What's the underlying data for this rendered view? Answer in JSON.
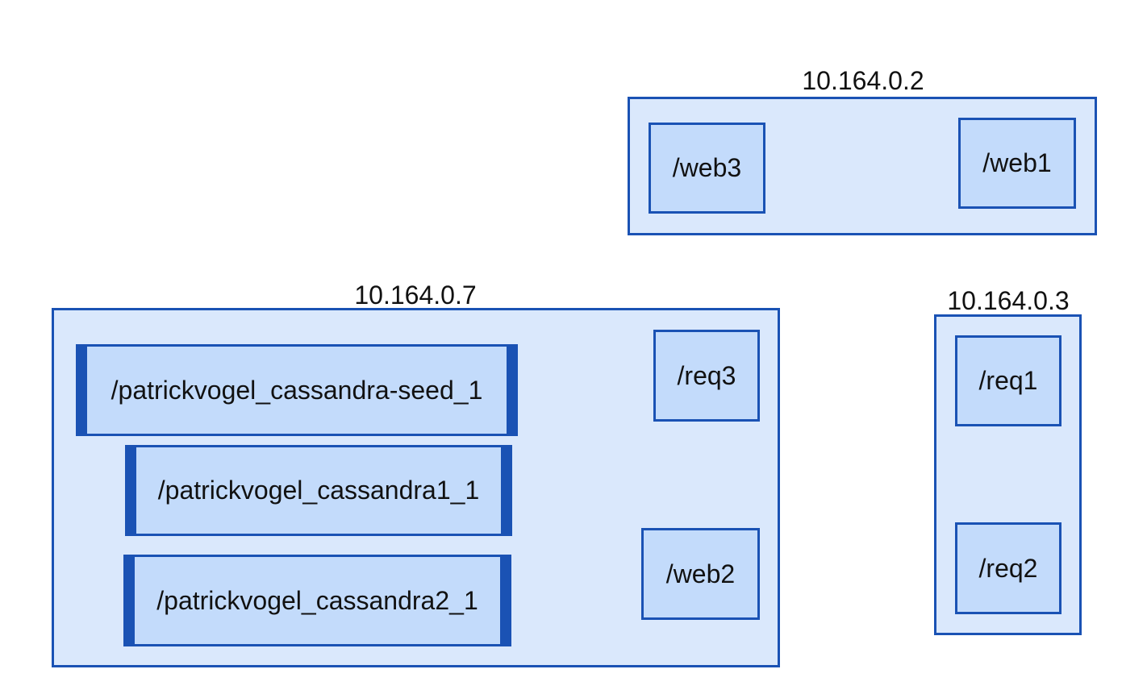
{
  "hosts": [
    {
      "label": "10.164.0.2",
      "containers": [
        "/web3",
        "/web1"
      ]
    },
    {
      "label": "10.164.0.7",
      "containers": [
        "/patrickvogel_cassandra-seed_1",
        "/patrickvogel_cassandra1_1",
        "/patrickvogel_cassandra2_1",
        "/req3",
        "/web2"
      ]
    },
    {
      "label": "10.164.0.3",
      "containers": [
        "/req1",
        "/req2"
      ]
    }
  ],
  "colors": {
    "host_fill": "#dae8fc",
    "node_fill": "#c3dbfb",
    "stroke": "#1a52b4"
  }
}
